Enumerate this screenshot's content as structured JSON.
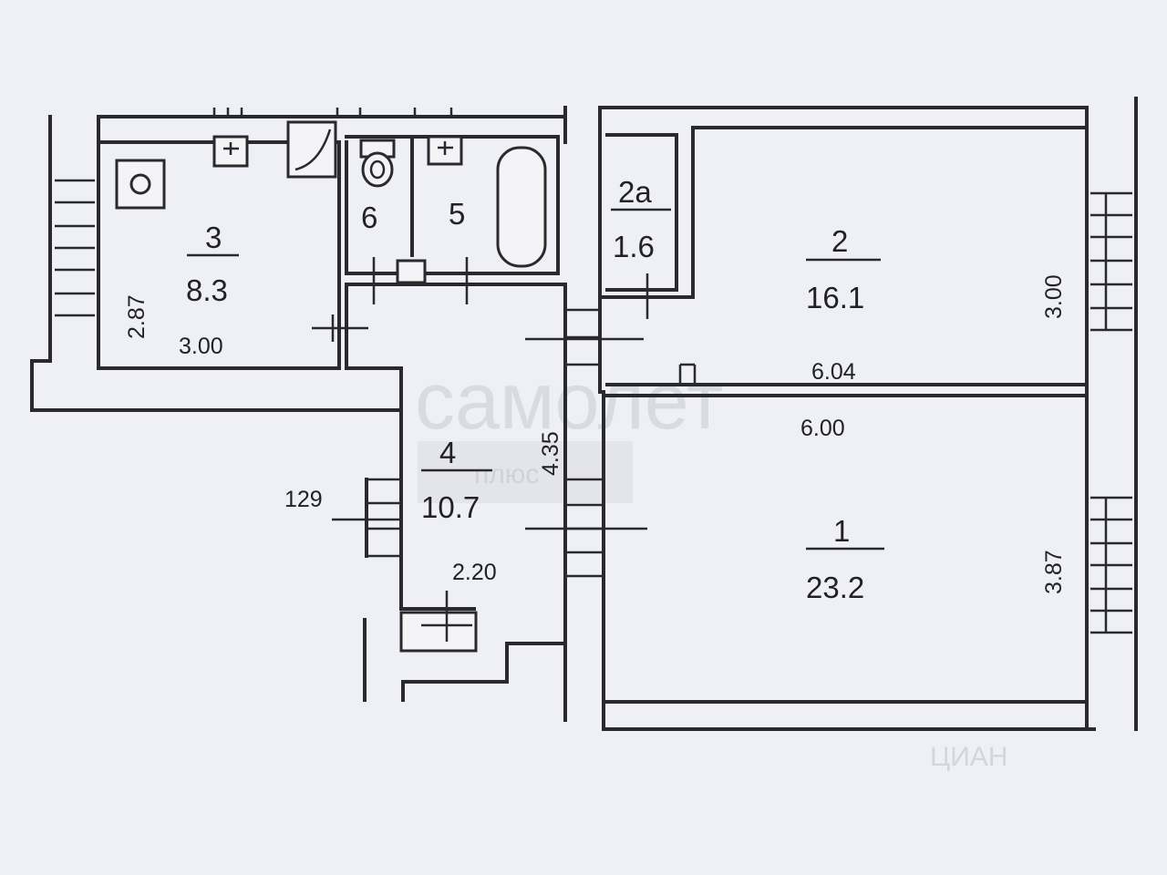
{
  "rooms": [
    {
      "number": "1",
      "area": "23.2"
    },
    {
      "number": "2",
      "area": "16.1"
    },
    {
      "number": "2a",
      "area": "1.6"
    },
    {
      "number": "3",
      "area": "8.3"
    },
    {
      "number": "4",
      "area": "10.7"
    },
    {
      "number": "5"
    },
    {
      "number": "6"
    }
  ],
  "dimensions": {
    "room3_width": "3.00",
    "room3_depth": "2.87",
    "room2_width": "6.04",
    "room2_depth": "3.00",
    "room1_width": "6.00",
    "room1_depth": "3.87",
    "hall_length": "4.35",
    "hall_width": "2.20",
    "hall_side": "129"
  },
  "watermarks": {
    "main": "самолет",
    "badge": "плюс",
    "corner": "ЦИАН"
  }
}
